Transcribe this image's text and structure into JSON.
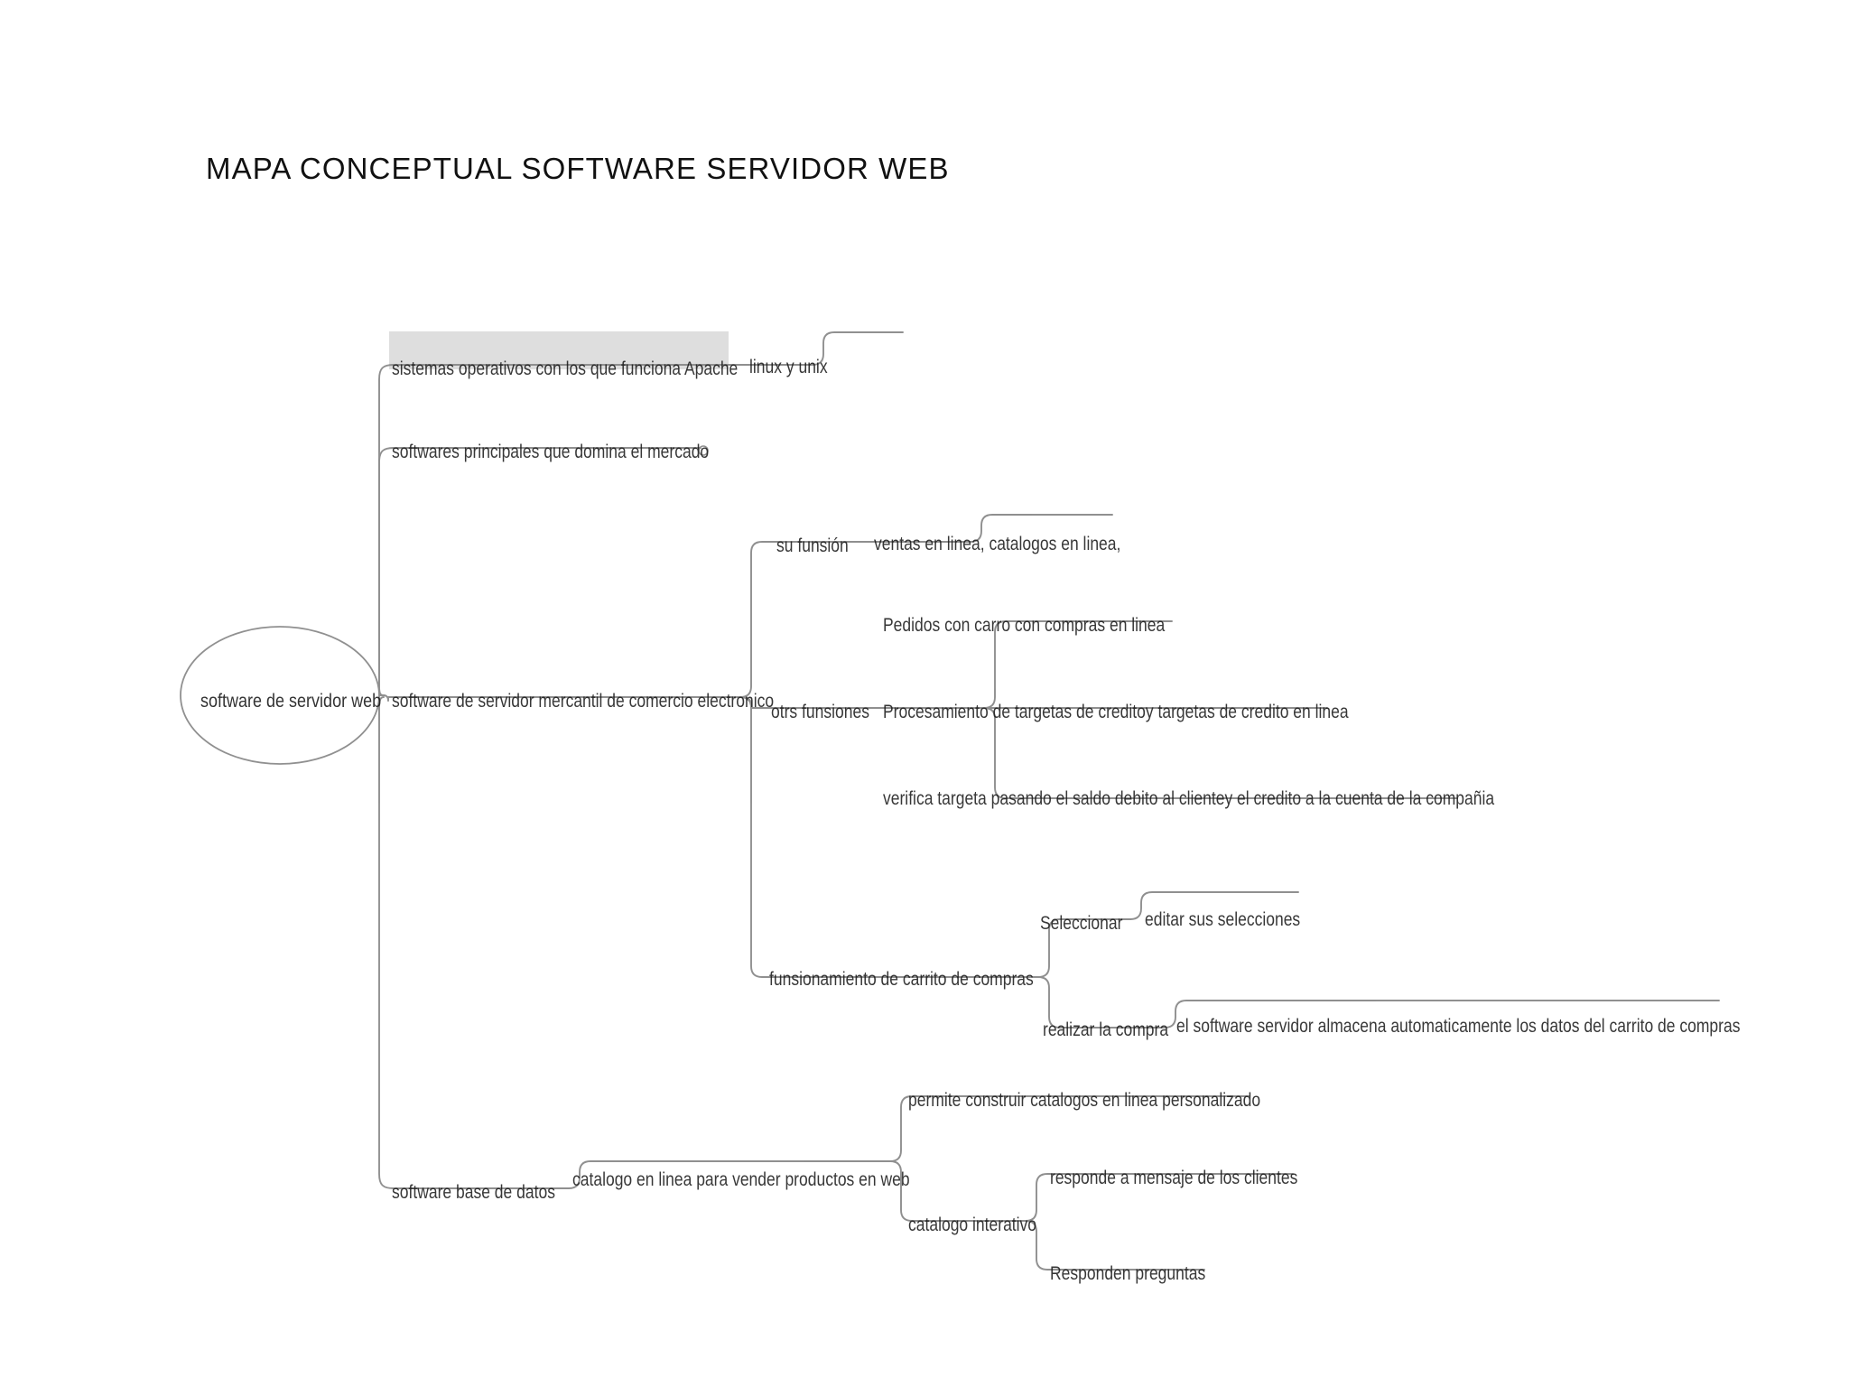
{
  "document": {
    "title": "MAPA CONCEPTUAL SOFTWARE SERVIDOR WEB",
    "type": "concept-map",
    "background_color": "#ffffff",
    "text_color": "#1c1c1c",
    "line_color": "#808080",
    "highlight_color": "#c9c9c9"
  },
  "map": {
    "root": {
      "label": "software de servidor web",
      "shape": "ellipse"
    },
    "branches": [
      {
        "id": "sistemas-operativos",
        "label": "sistemas operativos con los que funciona  Apache",
        "highlighted": true,
        "children": [
          {
            "id": "linux-unix",
            "label": "linux y unix",
            "children": []
          }
        ]
      },
      {
        "id": "softwares-principales",
        "label": "softwares principales que domina el mercado",
        "highlighted": false,
        "children": []
      },
      {
        "id": "servidor-mercantil",
        "label": "software de servidor mercantil de comercio electronico",
        "highlighted": false,
        "children": [
          {
            "id": "su-funsion",
            "label": "su funsión",
            "children": [
              {
                "id": "ventas-en-linea",
                "label": "ventas en linea, catalogos en linea,",
                "children": []
              }
            ]
          },
          {
            "id": "otrs-funsiones",
            "label": "otrs funsiones",
            "children": [
              {
                "id": "pedidos",
                "label": "Pedidos  con carro con compras en linea",
                "children": []
              },
              {
                "id": "procesamiento-targetas",
                "label": "Procesamiento de  targetas de creditoy targetas de credito en linea",
                "children": []
              },
              {
                "id": "verifica-targeta",
                "label": "verifica targeta pasando el saldo debito al clientey el credito a la cuenta de la compañia",
                "children": []
              }
            ]
          },
          {
            "id": "funsionamiento-carrito",
            "label": "funsionamiento de carrito de compras",
            "children": [
              {
                "id": "seleccionar",
                "label": "Seleccionar",
                "children": [
                  {
                    "id": "editar-selecciones",
                    "label": "editar sus selecciones",
                    "children": []
                  }
                ]
              },
              {
                "id": "realizar-compra",
                "label": "realizar la compra",
                "children": [
                  {
                    "id": "almacena-datos",
                    "label": "el  software servidor almacena automaticamente los datos  del carrito de compras",
                    "children": []
                  }
                ]
              }
            ]
          }
        ]
      },
      {
        "id": "software-base-datos",
        "label": "software base de datos",
        "highlighted": false,
        "children": [
          {
            "id": "catalogo-en-linea",
            "label": "catalogo en linea  para vender productos en  web",
            "children": [
              {
                "id": "construir-catalogos",
                "label": "permite construir catalogos  en linea personalizado",
                "children": []
              },
              {
                "id": "catalogo-interativo",
                "label": "catalogo interativo",
                "children": [
                  {
                    "id": "responde-mensaje",
                    "label": "responde a mensaje de los clientes",
                    "children": []
                  },
                  {
                    "id": "responden-preguntas",
                    "label": "Responden preguntas",
                    "children": []
                  }
                ]
              }
            ]
          }
        ]
      }
    ]
  }
}
